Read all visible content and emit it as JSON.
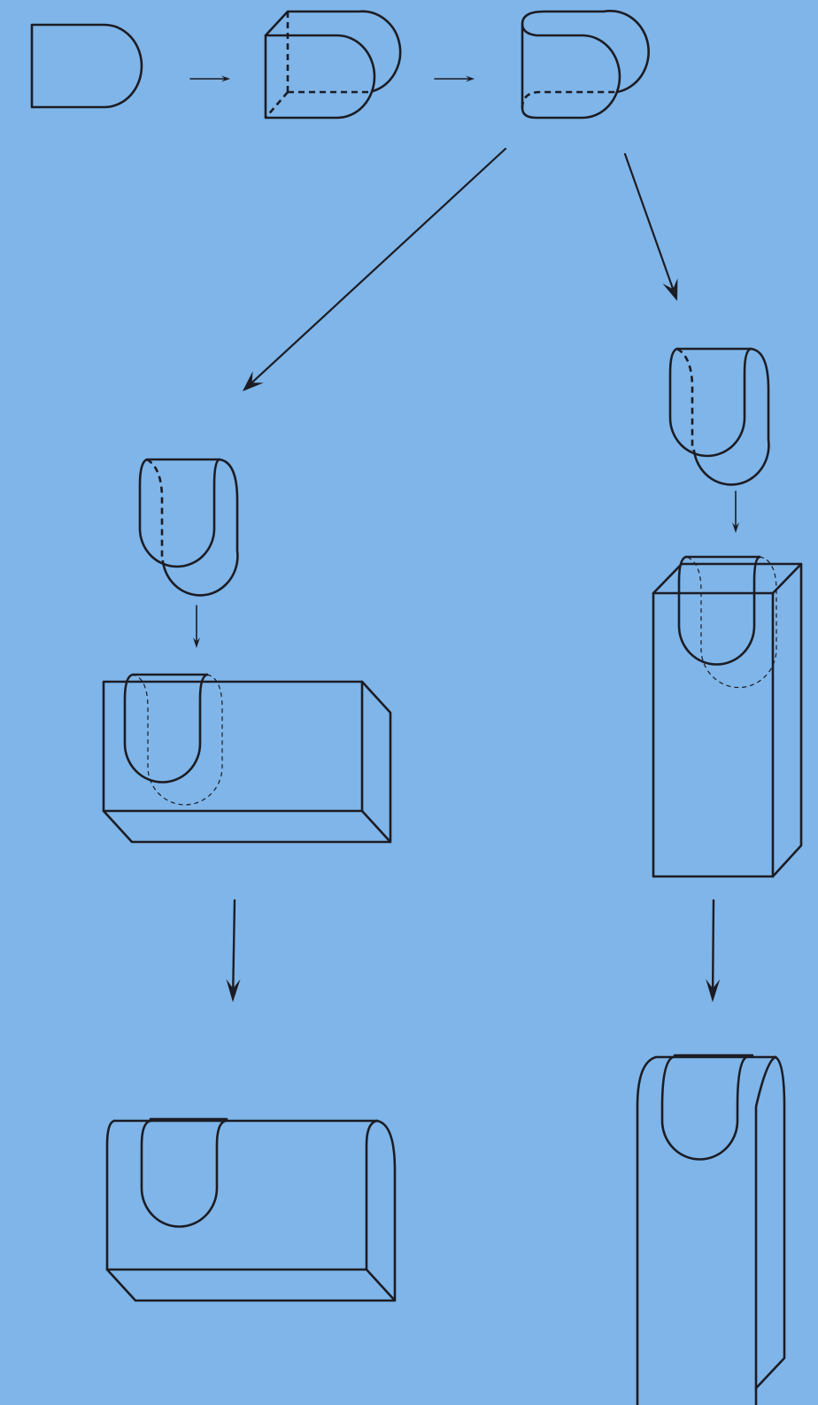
{
  "diagram": {
    "background_color": "#7fb5e8",
    "line_color": "#1c1c24",
    "nodes": [
      {
        "id": "profile-2d",
        "kind": "flat D-shaped profile"
      },
      {
        "id": "extruded-prism",
        "kind": "D-profile extruded, hidden edges dashed"
      },
      {
        "id": "d-prism",
        "kind": "D-shaped prism with rounded back"
      },
      {
        "id": "u-tongue-left",
        "kind": "upright U-shaped tongue"
      },
      {
        "id": "u-tongue-right",
        "kind": "upright U-shaped tongue"
      },
      {
        "id": "wide-block-assembly",
        "kind": "tongue inserted into wide block"
      },
      {
        "id": "tall-block-assembly",
        "kind": "tongue inserted into tall block"
      },
      {
        "id": "wide-block-result",
        "kind": "wide block with U-shaped cut"
      },
      {
        "id": "tall-block-result",
        "kind": "tall block with U-shaped cut"
      }
    ],
    "edges": [
      {
        "from": "profile-2d",
        "to": "extruded-prism"
      },
      {
        "from": "extruded-prism",
        "to": "d-prism"
      },
      {
        "from": "d-prism",
        "to": "u-tongue-left"
      },
      {
        "from": "d-prism",
        "to": "u-tongue-right"
      },
      {
        "from": "u-tongue-left",
        "to": "wide-block-assembly"
      },
      {
        "from": "u-tongue-right",
        "to": "tall-block-assembly"
      },
      {
        "from": "wide-block-assembly",
        "to": "wide-block-result"
      },
      {
        "from": "tall-block-assembly",
        "to": "tall-block-result"
      }
    ]
  }
}
